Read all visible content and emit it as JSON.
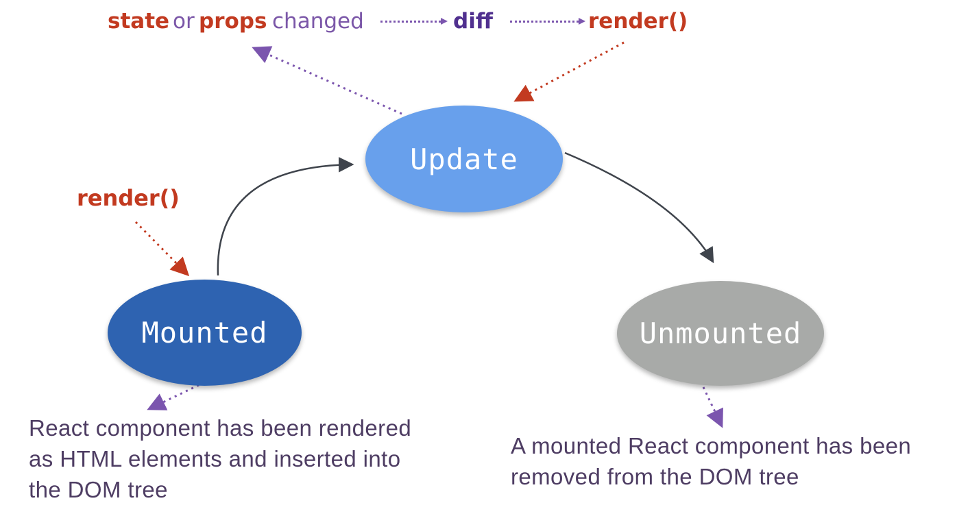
{
  "flow": {
    "state": "state",
    "or": "or",
    "props": "props",
    "changed": "changed",
    "diff": "diff",
    "render_top": "render()",
    "render_mounted": "render()"
  },
  "nodes": {
    "mounted": {
      "label": "Mounted",
      "fill": "#2e63b1",
      "text_color": "#ffffff"
    },
    "update": {
      "label": "Update",
      "fill": "#68a0ec",
      "text_color": "#ffffff"
    },
    "unmounted": {
      "label": "Unmounted",
      "fill": "#a8aaa8",
      "text_color": "#ffffff"
    }
  },
  "descriptions": {
    "mounted": {
      "lines": [
        "React component has been rendered",
        "as HTML elements and inserted into",
        "the DOM tree"
      ]
    },
    "unmounted": {
      "lines": [
        "A mounted React component has been",
        "removed from the DOM tree"
      ]
    }
  },
  "edges": [
    {
      "from": "mounted",
      "to": "update",
      "style": "solid-curve",
      "color": "#3f444c"
    },
    {
      "from": "update",
      "to": "unmounted",
      "style": "solid-curve",
      "color": "#3f444c"
    },
    {
      "from": "update",
      "to": "props-changed",
      "style": "dotted",
      "color": "#7b55ae"
    },
    {
      "from": "changed",
      "to": "diff",
      "style": "dotted",
      "color": "#7b55ae"
    },
    {
      "from": "diff",
      "to": "render()",
      "style": "dotted",
      "color": "#7b55ae"
    },
    {
      "from": "render()",
      "to": "update",
      "style": "dotted",
      "color": "#c23a20"
    },
    {
      "from": "render()",
      "to": "mounted",
      "style": "dotted",
      "color": "#c23a20"
    },
    {
      "from": "mounted",
      "to": "mounted-description",
      "style": "dotted",
      "color": "#7b55ae"
    },
    {
      "from": "unmounted",
      "to": "unmounted-description",
      "style": "dotted",
      "color": "#7b55ae"
    }
  ],
  "colors": {
    "red": "#c23a20",
    "purple": "#7b57a8",
    "purple_dark": "#50308f",
    "description_text": "#4e3d63",
    "solid_arrow": "#3f444c",
    "background": "#ffffff"
  }
}
